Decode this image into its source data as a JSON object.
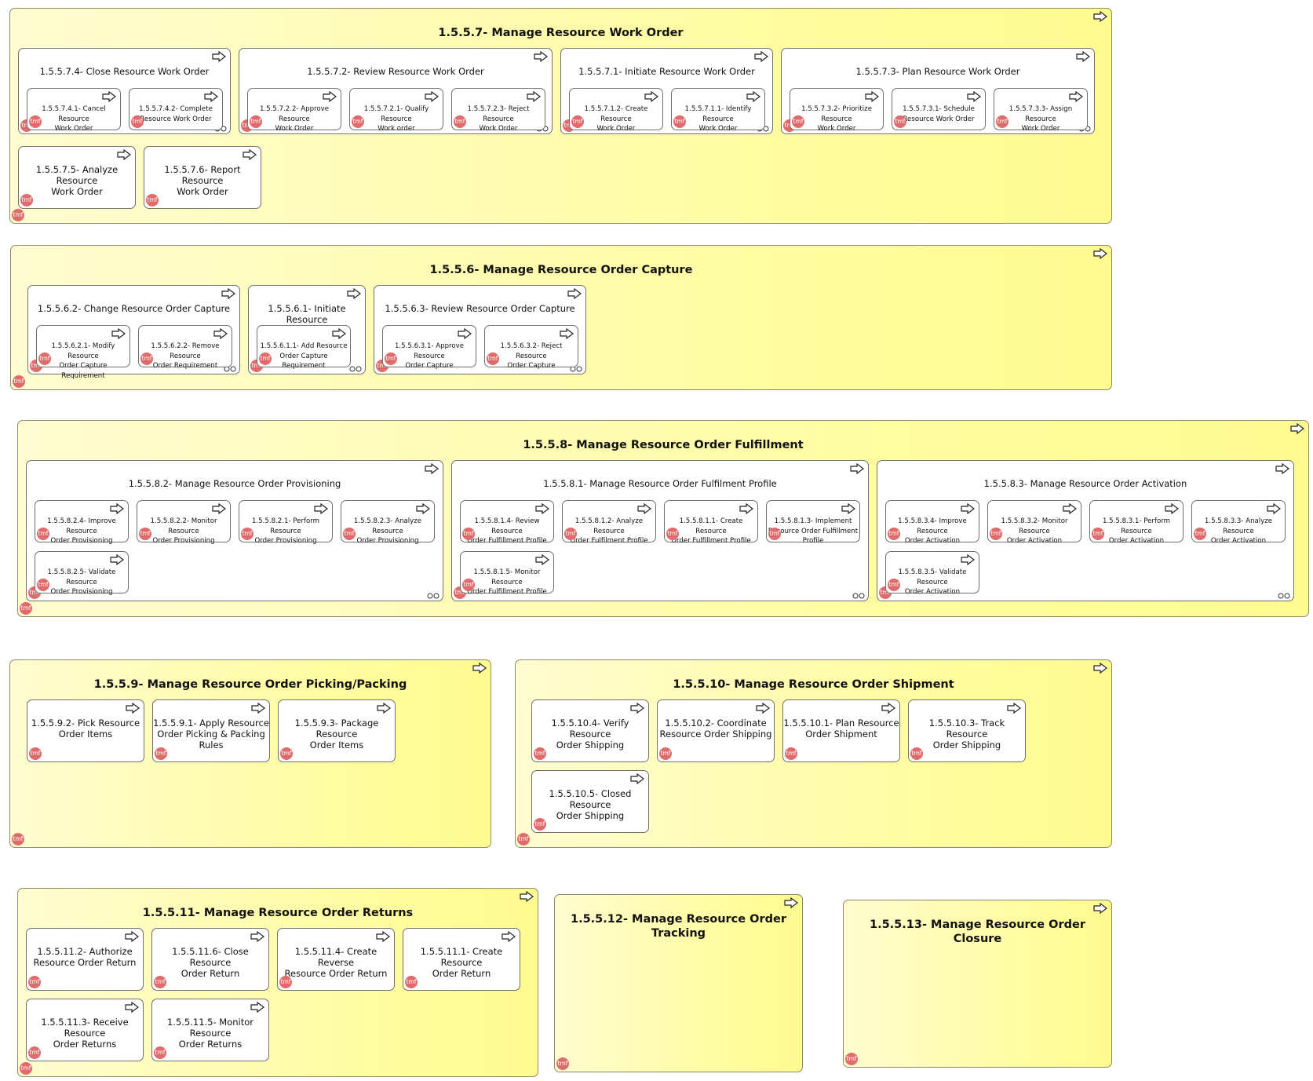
{
  "badge_text": "tmf",
  "groups": {
    "g557": {
      "title": "1.5.5.7- Manage Resource Work Order",
      "sub_close": {
        "title": "1.5.5.7.4- Close Resource Work Order",
        "a1": "1.5.5.7.4.1- Cancel Resource\nWork Order",
        "a2": "1.5.5.7.4.2- Complete\nResource Work Order"
      },
      "sub_review": {
        "title": "1.5.5.7.2- Review Resource Work Order",
        "a1": "1.5.5.7.2.2- Approve Resource\nWork Order",
        "a2": "1.5.5.7.2.1- Qualify Resource\nWork order",
        "a3": "1.5.5.7.2.3- Reject Resource\nWork Order"
      },
      "sub_initiate": {
        "title": "1.5.5.7.1- Initiate Resource Work Order",
        "a1": "1.5.5.7.1.2- Create Resource\nWork Order",
        "a2": "1.5.5.7.1.1- Identify Resource\nWork Order"
      },
      "sub_plan": {
        "title": "1.5.5.7.3- Plan Resource Work Order",
        "a1": "1.5.5.7.3.2- Prioritize Resource\nWork Order",
        "a2": "1.5.5.7.3.1- Schedule\nResource Work Order",
        "a3": "1.5.5.7.3.3- Assign Resource\nWork Order"
      },
      "act_analyze": "1.5.5.7.5- Analyze Resource\nWork Order",
      "act_report": "1.5.5.7.6- Report Resource\nWork Order"
    },
    "g556": {
      "title": "1.5.5.6- Manage Resource Order Capture",
      "sub_change": {
        "title": "1.5.5.6.2- Change Resource Order Capture",
        "a1": "1.5.5.6.2.1- Modify Resource\nOrder Capture Requirement",
        "a2": "1.5.5.6.2.2- Remove Resource\nOrder Requirement"
      },
      "sub_initiate": {
        "title": "1.5.5.6.1- Initiate Resource\nOrder Capture",
        "a1": "1.5.5.6.1.1- Add Resource\nOrder Capture Requirement"
      },
      "sub_review": {
        "title": "1.5.5.6.3- Review Resource Order Capture",
        "a1": "1.5.5.6.3.1- Approve Resource\nOrder Capture",
        "a2": "1.5.5.6.3.2- Reject Resource\nOrder Capture"
      }
    },
    "g558": {
      "title": "1.5.5.8- Manage Resource Order Fulfillment",
      "sub_prov": {
        "title": "1.5.5.8.2- Manage Resource Order Provisioning",
        "a1": "1.5.5.8.2.4- Improve Resource\nOrder Provisioning",
        "a2": "1.5.5.8.2.2- Monitor Resource\nOrder Provisioning",
        "a3": "1.5.5.8.2.1- Perform Resource\nOrder Provisioning",
        "a4": "1.5.5.8.2.3- Analyze Resource\nOrder Provisioning",
        "a5": "1.5.5.8.2.5- Validate Resource\nOrder Provisioning"
      },
      "sub_profile": {
        "title": "1.5.5.8.1- Manage Resource Order Fulfilment Profile",
        "a1": "1.5.5.8.1.4- Review Resource\nOrder Fulfillment Profile",
        "a2": "1.5.5.8.1.2- Analyze Resource\nOrder Fulfilment Profile",
        "a3": "1.5.5.8.1.1- Create Resource\nOrder Fulfillment Profile",
        "a4": "1.5.5.8.1.3- Implement\nResource Order Fulfillment\nProfile",
        "a5": "1.5.5.8.1.5- Monitor Resource\nOrder Fulfillment Profile"
      },
      "sub_activation": {
        "title": "1.5.5.8.3- Manage Resource Order Activation",
        "a1": "1.5.5.8.3.4- Improve Resource\nOrder Activation",
        "a2": "1.5.5.8.3.2- Monitor Resource\nOrder Activation",
        "a3": "1.5.5.8.3.1- Perform Resource\nOrder Activation",
        "a4": "1.5.5.8.3.3- Analyze Resource\nOrder Activation",
        "a5": "1.5.5.8.3.5- Validate Resource\nOrder Activation"
      }
    },
    "g559": {
      "title": "1.5.5.9- Manage Resource Order Picking/Packing",
      "a1": "1.5.5.9.2- Pick Resource\nOrder Items",
      "a2": "1.5.5.9.1- Apply Resource\nOrder Picking & Packing\nRules",
      "a3": "1.5.5.9.3- Package Resource\nOrder Items"
    },
    "g5510": {
      "title": "1.5.5.10- Manage Resource Order Shipment",
      "a1": "1.5.5.10.4- Verify Resource\nOrder Shipping",
      "a2": "1.5.5.10.2- Coordinate\nResource Order Shipping",
      "a3": "1.5.5.10.1- Plan Resource\nOrder Shipment",
      "a4": "1.5.5.10.3- Track Resource\nOrder Shipping",
      "a5": "1.5.5.10.5- Closed Resource\nOrder Shipping"
    },
    "g5511": {
      "title": "1.5.5.11- Manage Resource Order Returns",
      "a1": "1.5.5.11.2- Authorize\nResource Order Return",
      "a2": "1.5.5.11.6- Close Resource\nOrder Return",
      "a3": "1.5.5.11.4- Create Reverse\nResource Order Return",
      "a4": "1.5.5.11.1- Create Resource\nOrder Return",
      "a5": "1.5.5.11.3- Receive Resource\nOrder Returns",
      "a6": "1.5.5.11.5- Monitor Resource\nOrder Returns"
    },
    "g5512": {
      "title": "1.5.5.12- Manage Resource Order Tracking"
    },
    "g5513": {
      "title": "1.5.5.13- Manage Resource Order Closure"
    }
  }
}
